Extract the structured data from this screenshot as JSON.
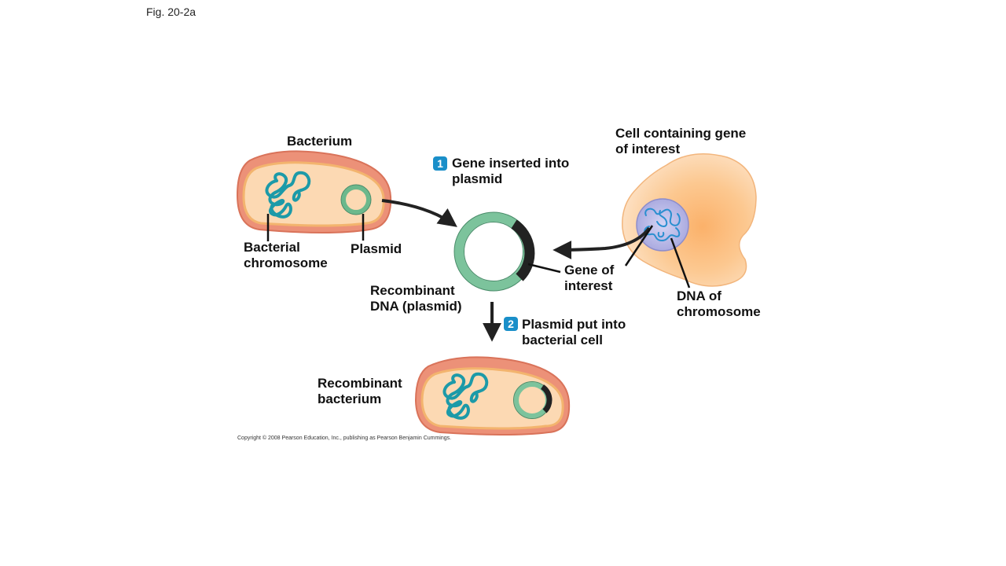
{
  "figure_label": "Fig. 20-2a",
  "labels": {
    "bacterium": "Bacterium",
    "bacterial_chromosome_line1": "Bacterial",
    "bacterial_chromosome_line2": "chromosome",
    "plasmid": "Plasmid",
    "recombinant_dna_line1": "Recombinant",
    "recombinant_dna_line2": "DNA (plasmid)",
    "cell_line1": "Cell containing gene",
    "cell_line2": "of interest",
    "gene_of_interest_line1": "Gene of",
    "gene_of_interest_line2": "interest",
    "dna_chromosome_line1": "DNA of",
    "dna_chromosome_line2": "chromosome",
    "recombinant_bacterium_line1": "Recombinant",
    "recombinant_bacterium_line2": "bacterium"
  },
  "steps": [
    {
      "number": "1",
      "line1": "Gene inserted into",
      "line2": "plasmid"
    },
    {
      "number": "2",
      "line1": "Plasmid put into",
      "line2": "bacterial cell"
    }
  ],
  "copyright": "Copyright © 2008 Pearson Education, Inc., publishing as Pearson Benjamin Cummings.",
  "colors": {
    "bacterium_wall": "#e9836a",
    "bacterium_inner": "#fcd9b3",
    "chromosome": "#1c9aa8",
    "plasmid_ring": "#7cc39c",
    "insert": "#222222",
    "animal_cell": "#fcc890",
    "nucleus": "#b3b3e6",
    "nucleus_dna": "#2a8fd0",
    "step_badge": "#1a8fc9"
  }
}
